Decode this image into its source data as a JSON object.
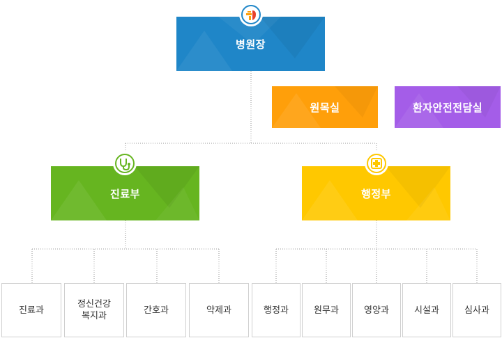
{
  "org": {
    "director": "병원장",
    "office_chaplain": "원목실",
    "office_safety": "환자안전전담실",
    "medical_dept": "진료부",
    "admin_dept": "행정부"
  },
  "medical_units": [
    "진료과",
    "정신건강\n복지과",
    "간호과",
    "약제과"
  ],
  "admin_units": [
    "행정과",
    "원무과",
    "영양과",
    "시설과",
    "심사과"
  ],
  "colors": {
    "director": "#1f86c8",
    "chaplain": "#ff9f0a",
    "safety": "#a45de8",
    "medical": "#66b520",
    "admin": "#ffc800",
    "line": "#9a9a9a"
  },
  "icons": {
    "director": "hospital-logo-icon",
    "medical": "stethoscope-icon",
    "admin": "medical-cross-icon"
  }
}
